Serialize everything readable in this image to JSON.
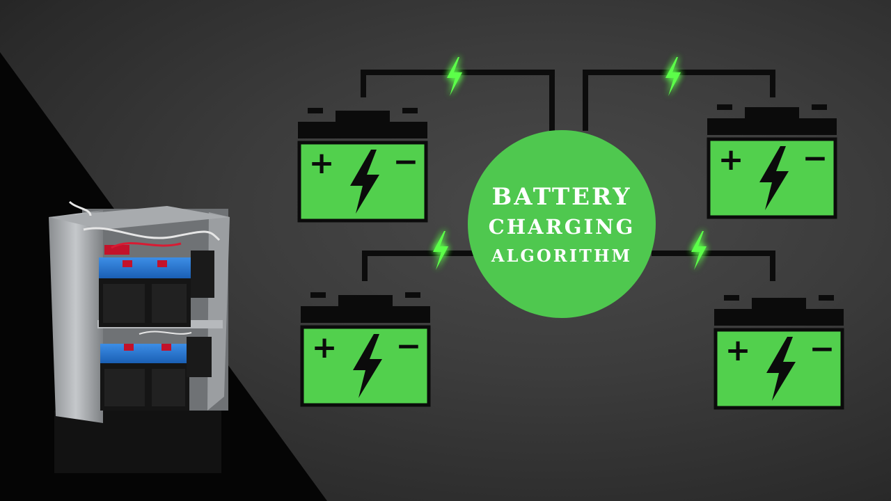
{
  "hub": {
    "lines": [
      "BATTERY",
      "CHARGING",
      "ALGORITHM"
    ]
  },
  "batteries": [
    {
      "label_plus": "+",
      "label_minus": "−"
    },
    {
      "label_plus": "+",
      "label_minus": "−"
    },
    {
      "label_plus": "+",
      "label_minus": "−"
    },
    {
      "label_plus": "+",
      "label_minus": "−"
    }
  ],
  "colors": {
    "battery_fill": "#52d04d",
    "hub_fill": "#4fc84f",
    "outline": "#0b0b0b",
    "bolt_glow": "#5cff4a",
    "wire": "#0c0c0c",
    "background": "#3c3c3c"
  },
  "icons": [
    "battery-icon",
    "lightning-bolt-icon",
    "plus-icon",
    "minus-icon"
  ]
}
